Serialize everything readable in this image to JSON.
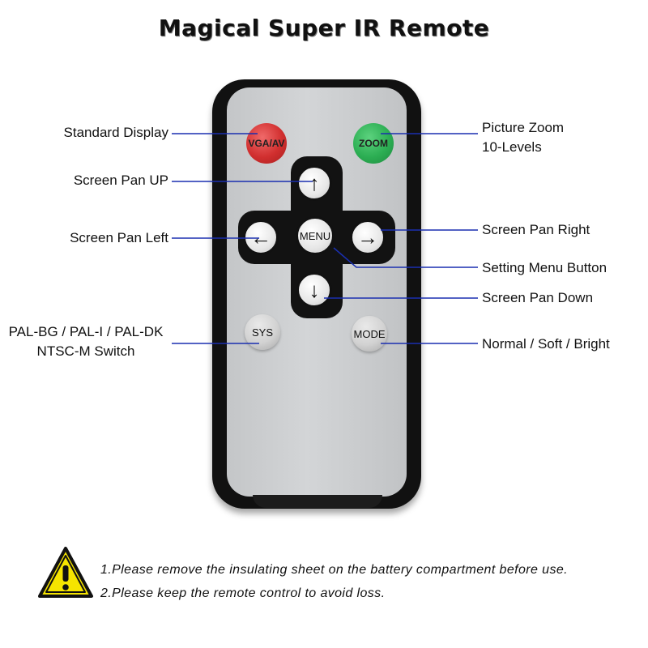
{
  "title": "Magical Super IR Remote",
  "buttons": {
    "vga_av": "VGA/AV",
    "zoom": "ZOOM",
    "up": "↑",
    "left": "←",
    "menu": "MENU",
    "right": "→",
    "down": "↓",
    "sys": "SYS",
    "mode": "MODE"
  },
  "labels": {
    "standard_display": "Standard Display",
    "picture_zoom": [
      "Picture Zoom",
      "10-Levels"
    ],
    "screen_pan_up": "Screen Pan UP",
    "screen_pan_left": "Screen Pan Left",
    "screen_pan_right": "Screen Pan Right",
    "setting_menu": "Setting Menu Button",
    "screen_pan_down": "Screen Pan Down",
    "pal_switch": [
      "PAL-BG / PAL-I / PAL-DK",
      "NTSC-M Switch"
    ],
    "normal_soft_bright": "Normal / Soft / Bright"
  },
  "notes": [
    "1.Please remove the insulating sheet on the battery compartment before use.",
    "2.Please keep the remote control to avoid loss."
  ],
  "icons": {
    "warning": "warning-triangle-icon"
  },
  "colors": {
    "leader_line": "#1a2fb0",
    "red_button": "#d12f2f",
    "green_button": "#2cae53",
    "warning_fill": "#f5e400"
  }
}
